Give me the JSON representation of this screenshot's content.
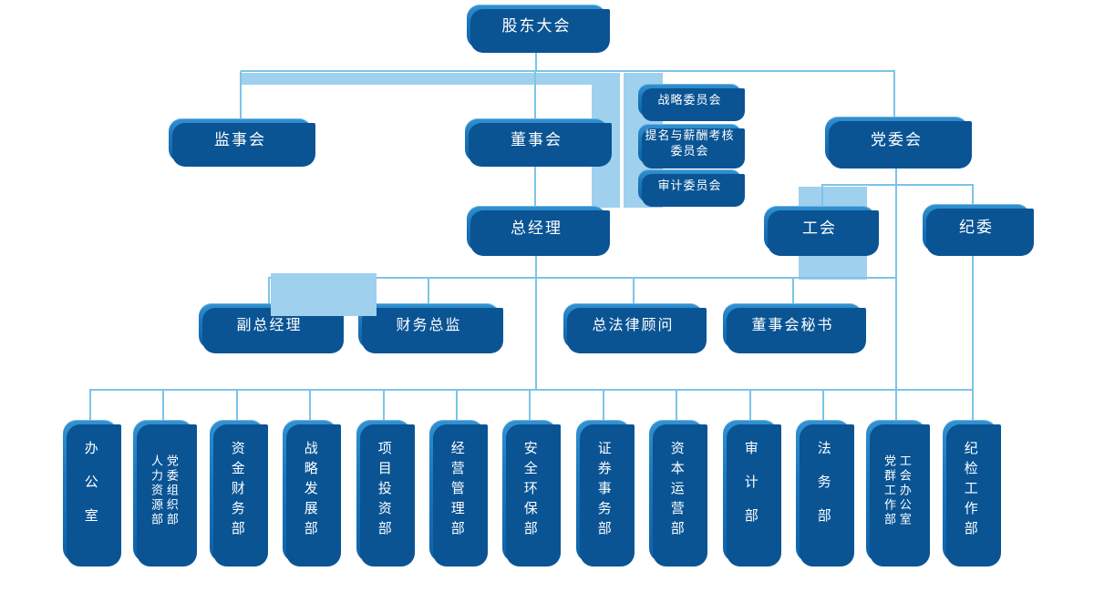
{
  "palette": {
    "node_blue_top": "#3292d2",
    "node_blue_bottom": "#0e61a8",
    "node_shadow": "#0a5494",
    "line_blue": "#7ec3e8",
    "band_blue": "#9fd0ee",
    "text": "#ffffff",
    "background": "#ffffff"
  },
  "nodes": {
    "shareholders": "股东大会",
    "supervisors": "监事会",
    "board": "董事会",
    "party_committee": "党委会",
    "general_manager": "总经理",
    "labor_union": "工会",
    "discipline_commission": "纪委",
    "committees": [
      "战略委员会",
      "提名与薪酬考核\n委员会",
      "审计委员会"
    ],
    "executives": [
      "副总经理",
      "财务总监",
      "总法律顾问",
      "董事会秘书"
    ],
    "departments": [
      "办公室",
      "党委组织部\n人力资源部",
      "资金财务部",
      "战略发展部",
      "项目投资部",
      "经营管理部",
      "安全环保部",
      "证券事务部",
      "资本运营部",
      "审计部",
      "法务部",
      "工会办公室\n党群工作部",
      "纪检工作部"
    ]
  }
}
